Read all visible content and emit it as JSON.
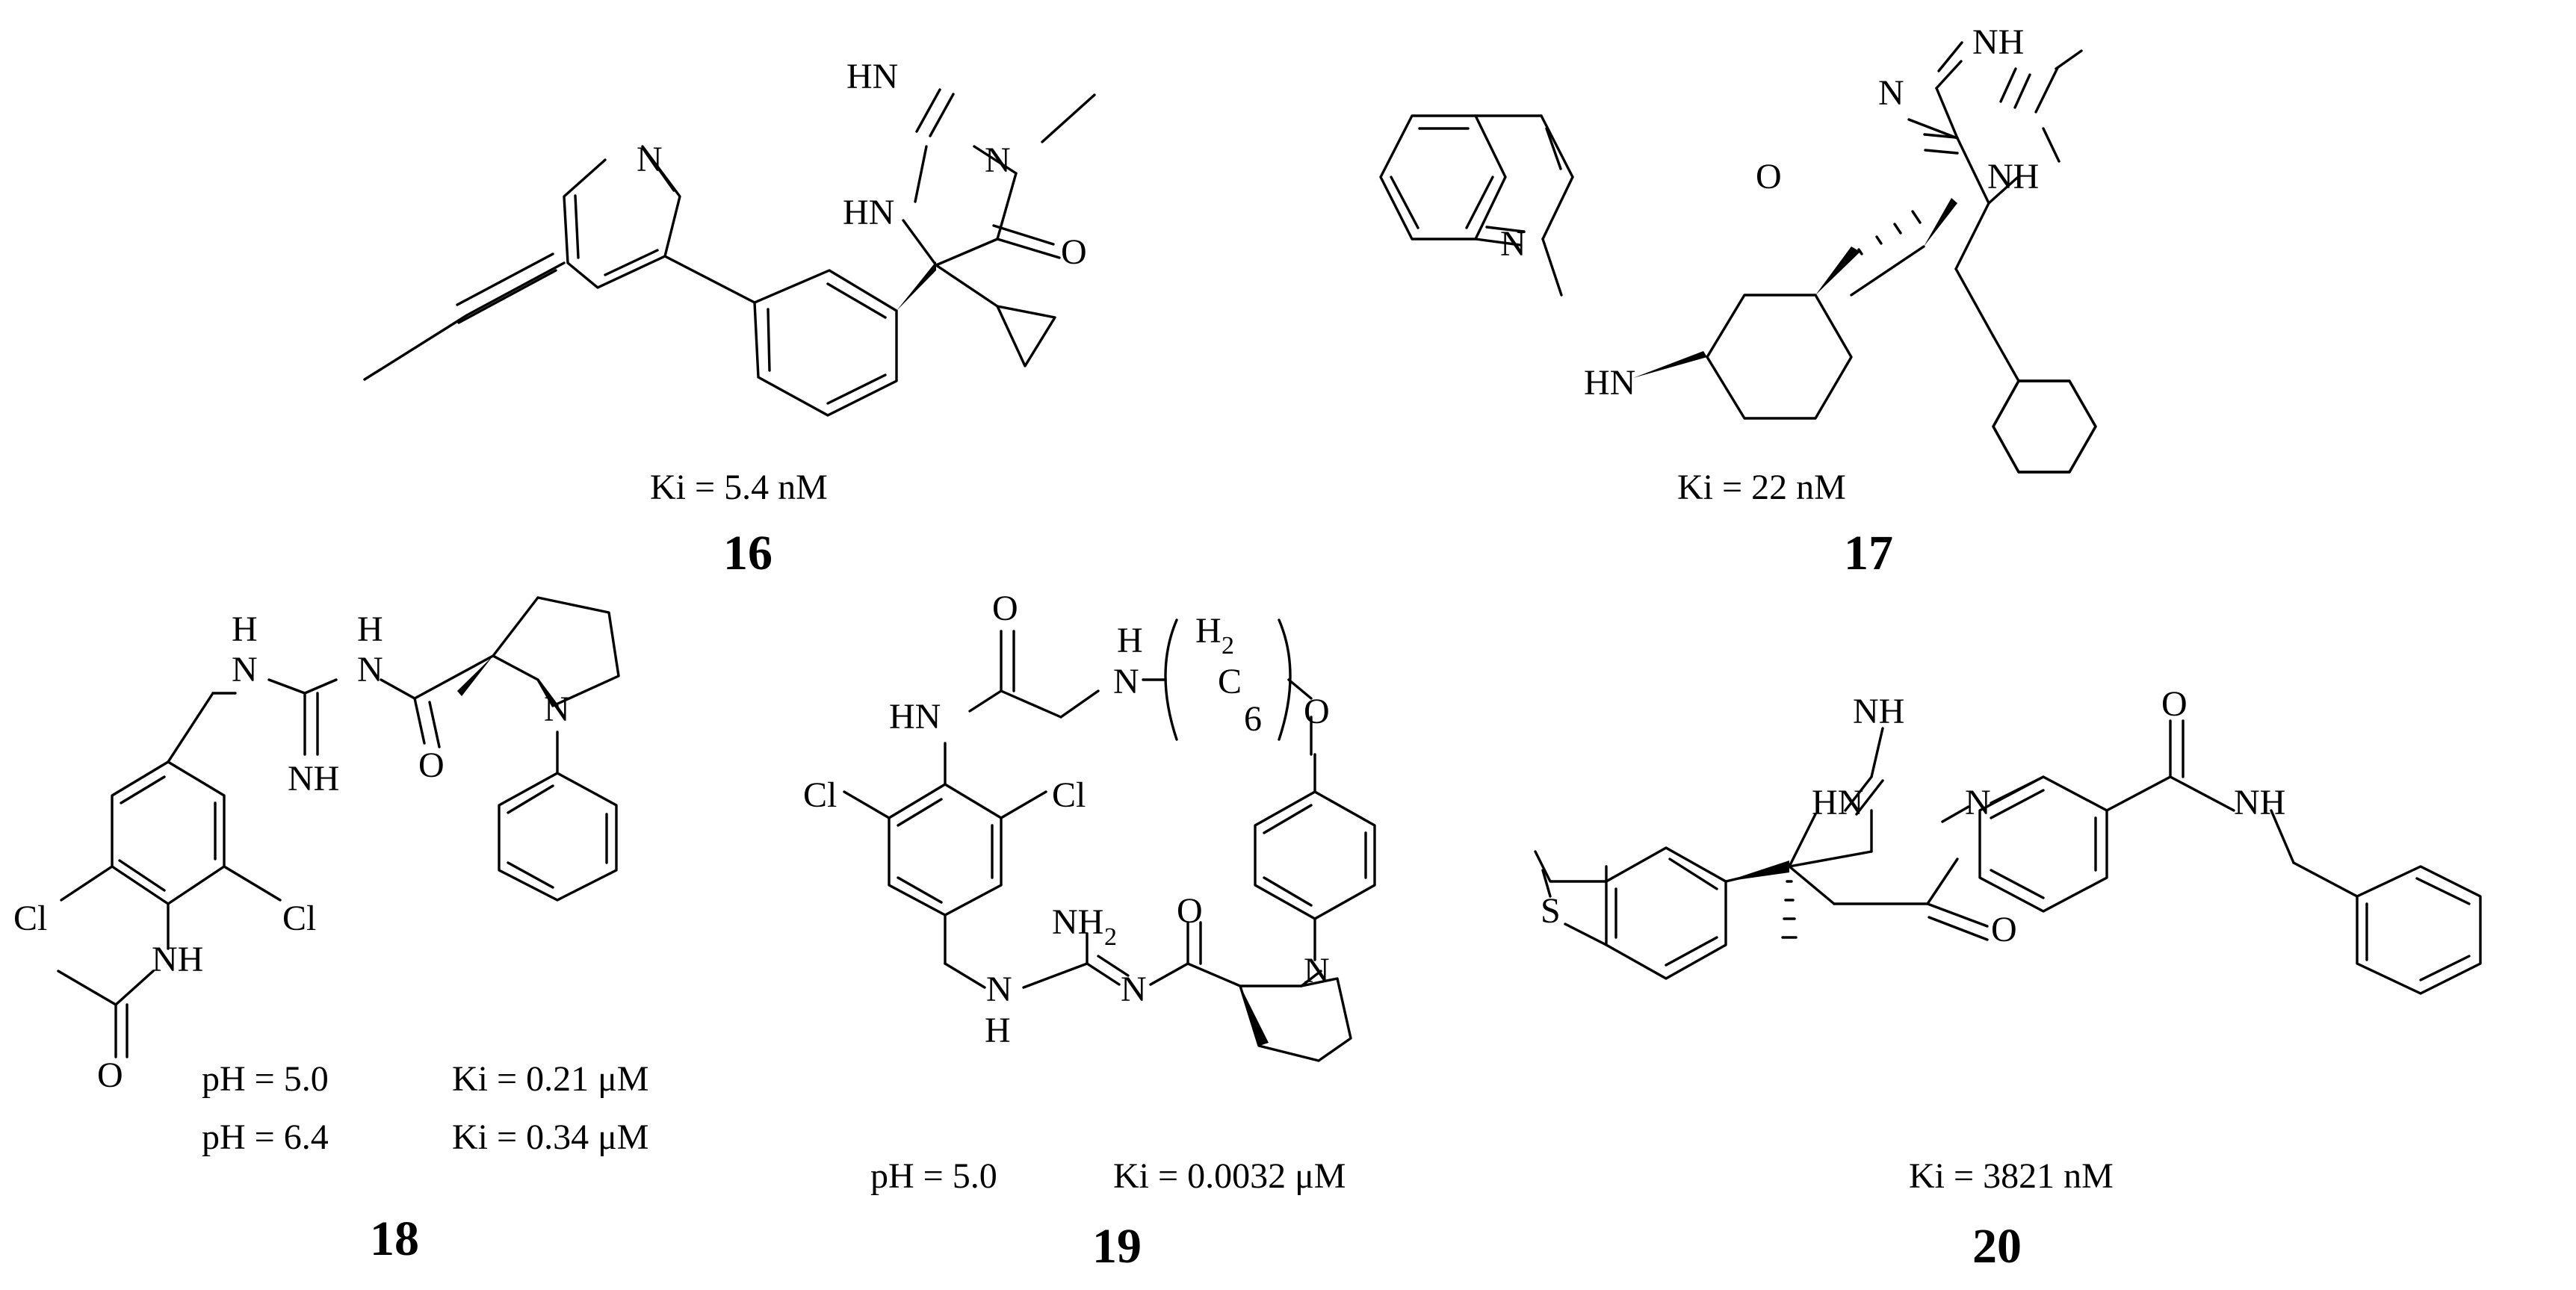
{
  "compounds": [
    {
      "number": "16",
      "caption": "Ki = 5.4 nM",
      "atoms": {
        "n_pyr": "N",
        "hn": "HN",
        "n_me": "N",
        "nh": "HN",
        "o": "O"
      }
    },
    {
      "number": "17",
      "caption": "Ki = 22 nM",
      "atoms": {
        "nh_top": "NH",
        "n_me": "N",
        "o": "O",
        "nh": "NH",
        "n_quin": "N",
        "hn": "HN"
      }
    },
    {
      "number": "18",
      "captions": [
        {
          "ph": "pH = 5.0",
          "ki": "Ki = 0.21 μM"
        },
        {
          "ph": "pH = 6.4",
          "ki": "Ki = 0.34 μM"
        }
      ],
      "atoms": {
        "h1": "H",
        "n1": "N",
        "h2": "H",
        "n2": "N",
        "nh": "NH",
        "o_am": "O",
        "n_pyr": "N",
        "cl_l": "Cl",
        "cl_r": "Cl",
        "nh_ac": "NH",
        "o_ac": "O"
      }
    },
    {
      "number": "19",
      "caption_ph": "pH = 5.0",
      "caption_ki": "Ki = 0.0032 μM",
      "atoms": {
        "o_top": "O",
        "hn": "HN",
        "nh": "N",
        "h": "H",
        "h2": "H",
        "h2_sub": "2",
        "c": "C",
        "n6": "6",
        "o_eth": "O",
        "cl_l": "Cl",
        "cl_r": "Cl",
        "nh2": "NH",
        "nh2_sub": "2",
        "n_im": "N",
        "n_gu": "N",
        "h_gu": "H",
        "o_am": "O",
        "n_pyr": "N"
      }
    },
    {
      "number": "20",
      "caption": "Ki = 3821 nM",
      "atoms": {
        "nh_im": "NH",
        "hn": "HN",
        "n": "N",
        "o_ring": "O",
        "s": "S",
        "o_am": "O",
        "nh_am": "NH"
      }
    }
  ]
}
